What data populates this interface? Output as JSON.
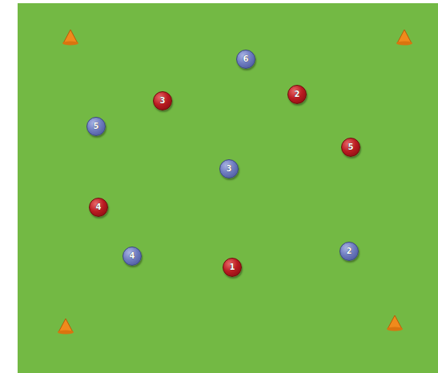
{
  "diagram": {
    "nodes": [
      {
        "text": [
          "6"
        ]
      },
      {
        "text": [
          "2"
        ]
      },
      {
        "text": [
          "3"
        ]
      },
      {
        "text": [
          "5"
        ]
      },
      {
        "text": [
          "5"
        ]
      },
      {
        "text": [
          "3"
        ]
      },
      {
        "text": [
          "4"
        ]
      },
      {
        "text": [
          "2"
        ]
      },
      {
        "text": [
          "4"
        ]
      },
      {
        "text": [
          "1"
        ]
      }
    ]
  }
}
